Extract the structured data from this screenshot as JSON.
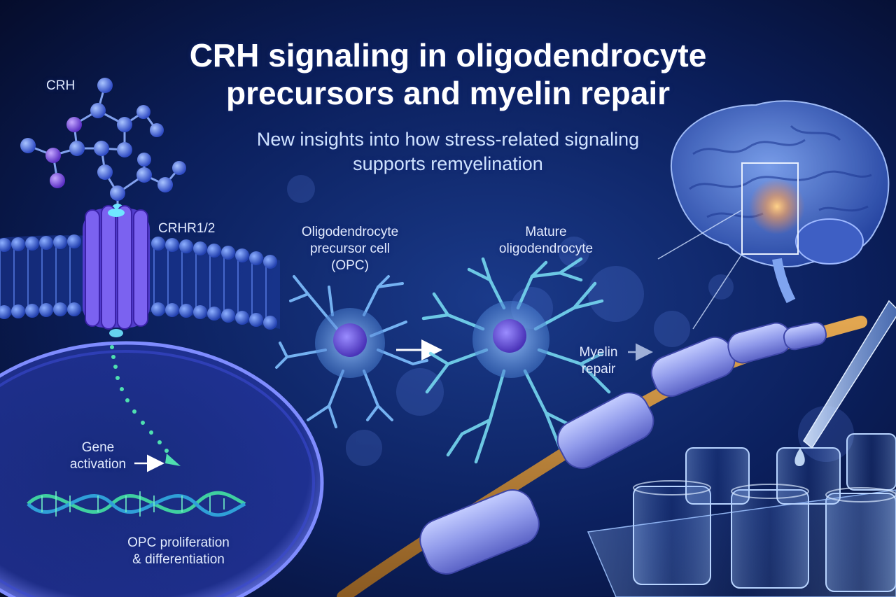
{
  "title": {
    "line1": "CRH signaling in oligodendrocyte",
    "line2": "precursors and myelin repair"
  },
  "subtitle": {
    "line1": "New insights into how stress-related signaling",
    "line2": "supports remyelination"
  },
  "labels": {
    "crh": "CRH",
    "crhr": "CRHR1/2",
    "opc": {
      "line1": "Oligodendrocyte",
      "line2": "precursor cell",
      "line3": "(OPC)"
    },
    "mature": {
      "line1": "Mature",
      "line2": "oligodendrocyte"
    },
    "myelin": {
      "line1": "Myelin",
      "line2": "repair"
    },
    "gene": {
      "line1": "Gene",
      "line2": "activation"
    },
    "prolif": {
      "line1": "OPC proliferation",
      "line2": "& differentiation"
    }
  },
  "colors": {
    "background": "#07133a",
    "membrane": "#3f63e0",
    "receptor": "#6a4fe6",
    "cell": "#7fb6ff",
    "nucleus": "#6a55d8",
    "myelin": "#8e9cf0",
    "axon": "#c98a3a",
    "dna": "#3fd0a0",
    "signal": "#4fe0b0"
  }
}
